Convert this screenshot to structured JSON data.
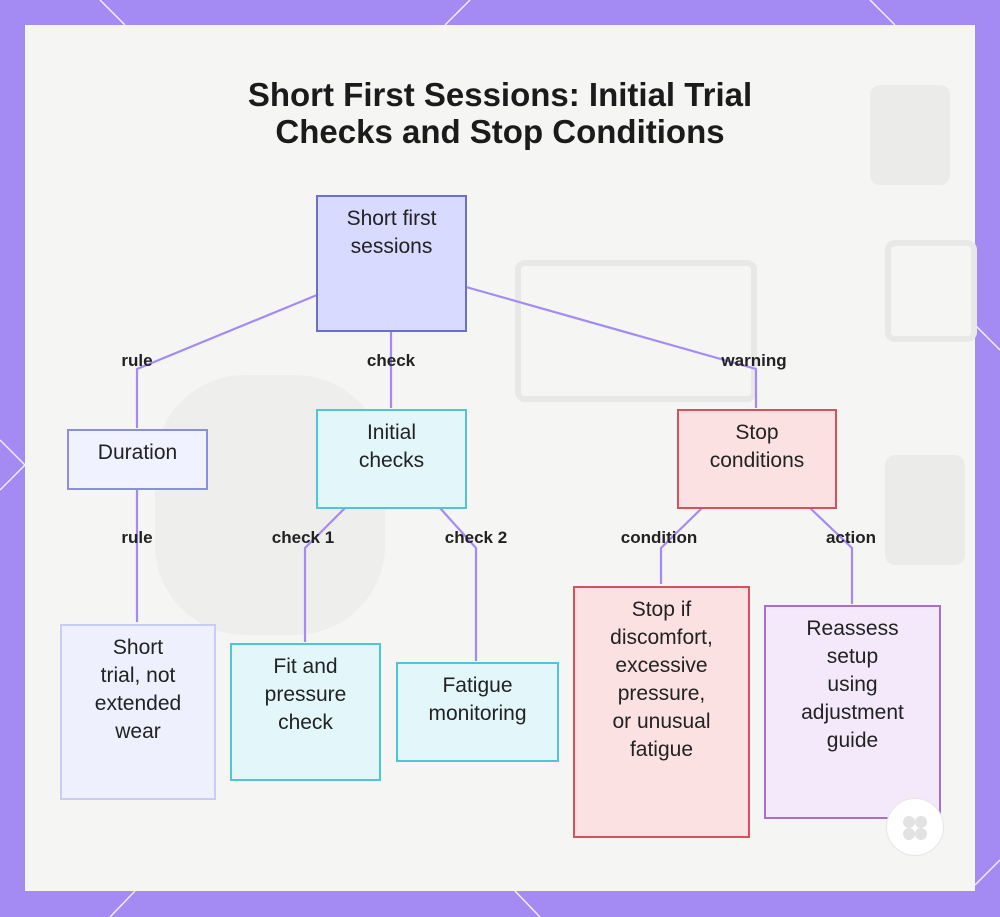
{
  "title": {
    "line1": "Short First Sessions: Initial Trial",
    "line2": "Checks and Stop Conditions"
  },
  "nodes": {
    "root": [
      "Short first",
      "sessions"
    ],
    "duration": [
      "Duration"
    ],
    "initial_checks": [
      "Initial",
      "checks"
    ],
    "stop_conditions": [
      "Stop",
      "conditions"
    ],
    "short_trial": [
      "Short",
      "trial, not",
      "extended",
      "wear"
    ],
    "fit_pressure": [
      "Fit and",
      "pressure",
      "check"
    ],
    "fatigue_monitoring": [
      "Fatigue",
      "monitoring"
    ],
    "stop_if": [
      "Stop if",
      "discomfort,",
      "excessive",
      "pressure,",
      "or unusual",
      "fatigue"
    ],
    "reassess": [
      "Reassess",
      "setup",
      "using",
      "adjustment",
      "guide"
    ]
  },
  "edge_labels": {
    "rule_1": "rule",
    "check": "check",
    "warning": "warning",
    "rule_2": "rule",
    "check_1": "check 1",
    "check_2": "check 2",
    "condition": "condition",
    "action": "action"
  },
  "colors": {
    "frame": "#a48af3",
    "edge": "#a48af3",
    "root_fill": "#d9daff",
    "root_border": "#6a6fc8",
    "duration_fill": "#f1f2ff",
    "duration_border": "#8a90d8",
    "check_fill": "#e3f7fb",
    "check_border": "#4ec6d6",
    "stop_fill": "#fbe1e2",
    "stop_border": "#d8505c",
    "action_fill": "#f3e9fb",
    "action_border": "#a86fd2"
  }
}
